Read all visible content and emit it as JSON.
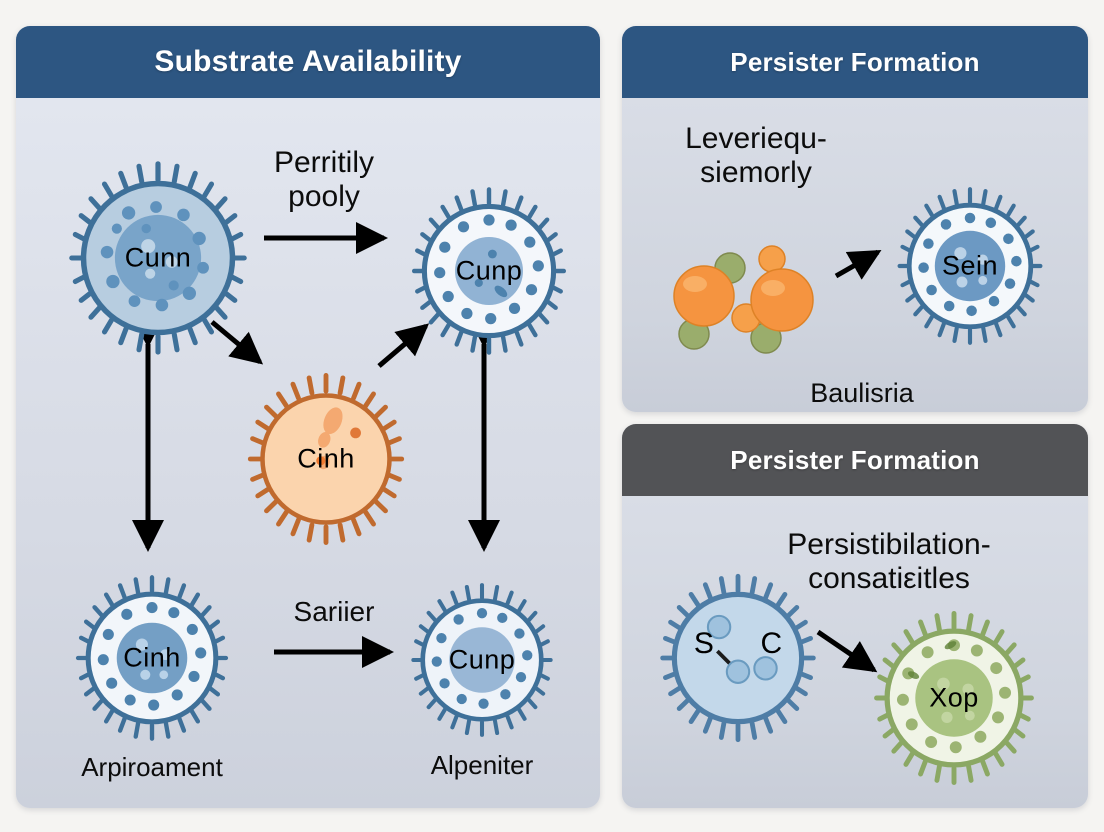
{
  "panels": {
    "main": {
      "title": "Substrate Availability",
      "header_color": "#2d5682",
      "cells": {
        "top_left": {
          "label": "Cunn"
        },
        "top_right": {
          "label": "Cunp"
        },
        "center": {
          "label": "Cinh"
        },
        "bottom_left": {
          "label": "Cinh",
          "caption": "Arpiroament"
        },
        "bottom_right": {
          "label": "Cunp",
          "caption": "Alpeniter"
        }
      },
      "arrow_labels": {
        "top": "Perritily\npooly",
        "bottom": "Sariier"
      }
    },
    "top_right": {
      "title": "Persister Formation",
      "header_color": "#2d5682",
      "heading": "Leveriequ-\nsiemorly",
      "cell_label": "Sein",
      "caption": "Baulisria"
    },
    "bottom_right": {
      "title": "Persister Formation",
      "header_color": "#525356",
      "heading": "Persistibilation-\nconsatiεitles",
      "cell_left_labels": {
        "s": "S",
        "c": "C"
      },
      "cell_right_label": "Xop"
    }
  },
  "colors": {
    "page_background": "#f5f4f2",
    "panel_body": "#dce0ea",
    "cell_blue_stroke": "#3e7099",
    "cell_blue_fill": "#aec6dd",
    "cell_orange_stroke": "#c06a2e",
    "cell_orange_fill": "#fbd3ac",
    "cell_green_stroke": "#8aa861",
    "cell_green_fill": "#e5ecd6",
    "molecule_orange": "#f59a43",
    "molecule_green": "#9aab6e",
    "arrow": "#000000"
  }
}
